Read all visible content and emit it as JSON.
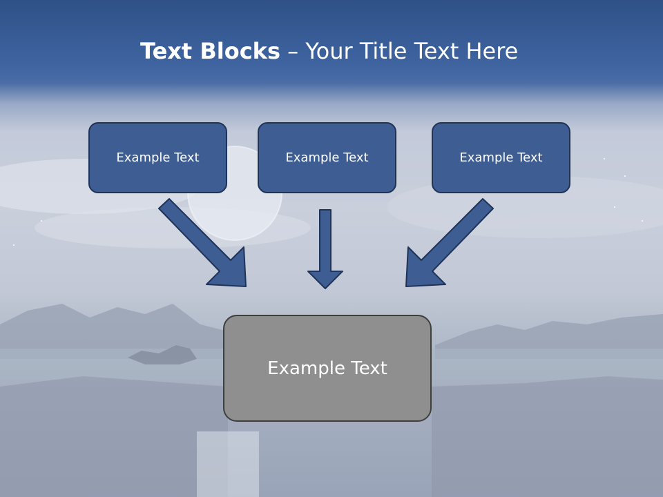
{
  "slide": {
    "title_bold": "Text Blocks",
    "title_separator": " – ",
    "title_rest": "Your Title Text Here"
  },
  "diagram": {
    "source_boxes": [
      {
        "label": "Example Text"
      },
      {
        "label": "Example Text"
      },
      {
        "label": "Example Text"
      }
    ],
    "result_box": {
      "label": "Example Text"
    }
  },
  "colors": {
    "header_band": "#3a5d98",
    "box_fill": "#3e5d93",
    "box_border": "#1f3358",
    "result_fill": "#8f8f8f",
    "arrow_fill": "#3e5d93"
  }
}
